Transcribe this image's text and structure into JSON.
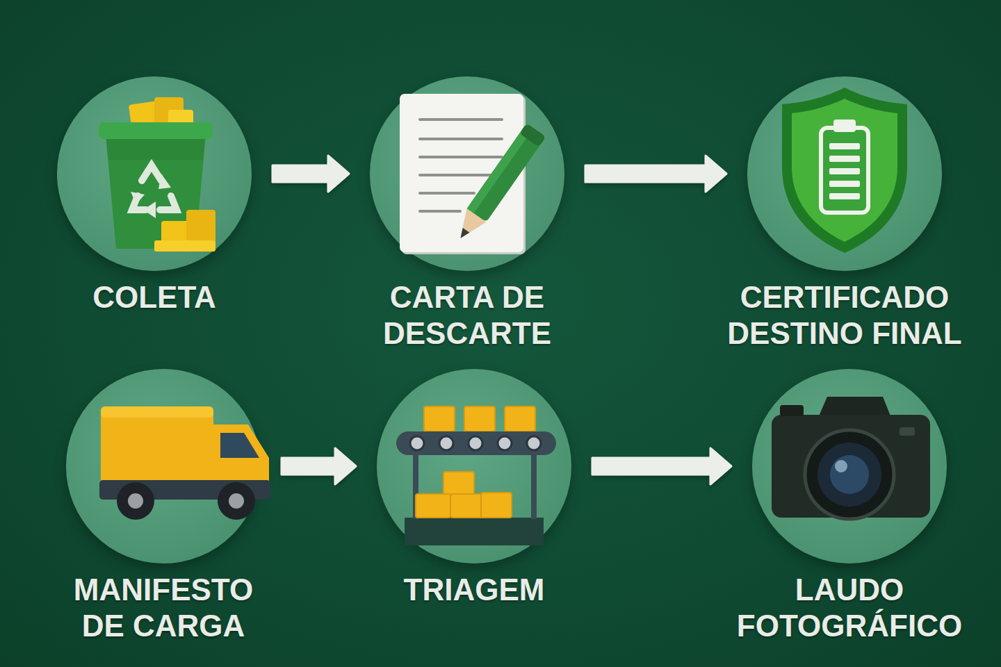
{
  "diagram": {
    "nodes": [
      {
        "text": [
          "COLETA"
        ]
      },
      {
        "text": [
          "CARTA DE DESCARTE"
        ]
      },
      {
        "text": [
          "CERTIFICADO DESTINO FINAL"
        ]
      },
      {
        "text": [
          "MANIFESTO DE CARGA"
        ]
      },
      {
        "text": [
          "TRIAGEM"
        ]
      },
      {
        "text": [
          "LAUDO FOTOGRÁFICO"
        ]
      }
    ],
    "edges": [
      {
        "from": 0,
        "to": 1,
        "arrow": "to"
      },
      {
        "from": 1,
        "to": 2,
        "arrow": "to"
      },
      {
        "from": 3,
        "to": 4,
        "arrow": "to"
      },
      {
        "from": 4,
        "to": 5,
        "arrow": "to"
      }
    ]
  }
}
